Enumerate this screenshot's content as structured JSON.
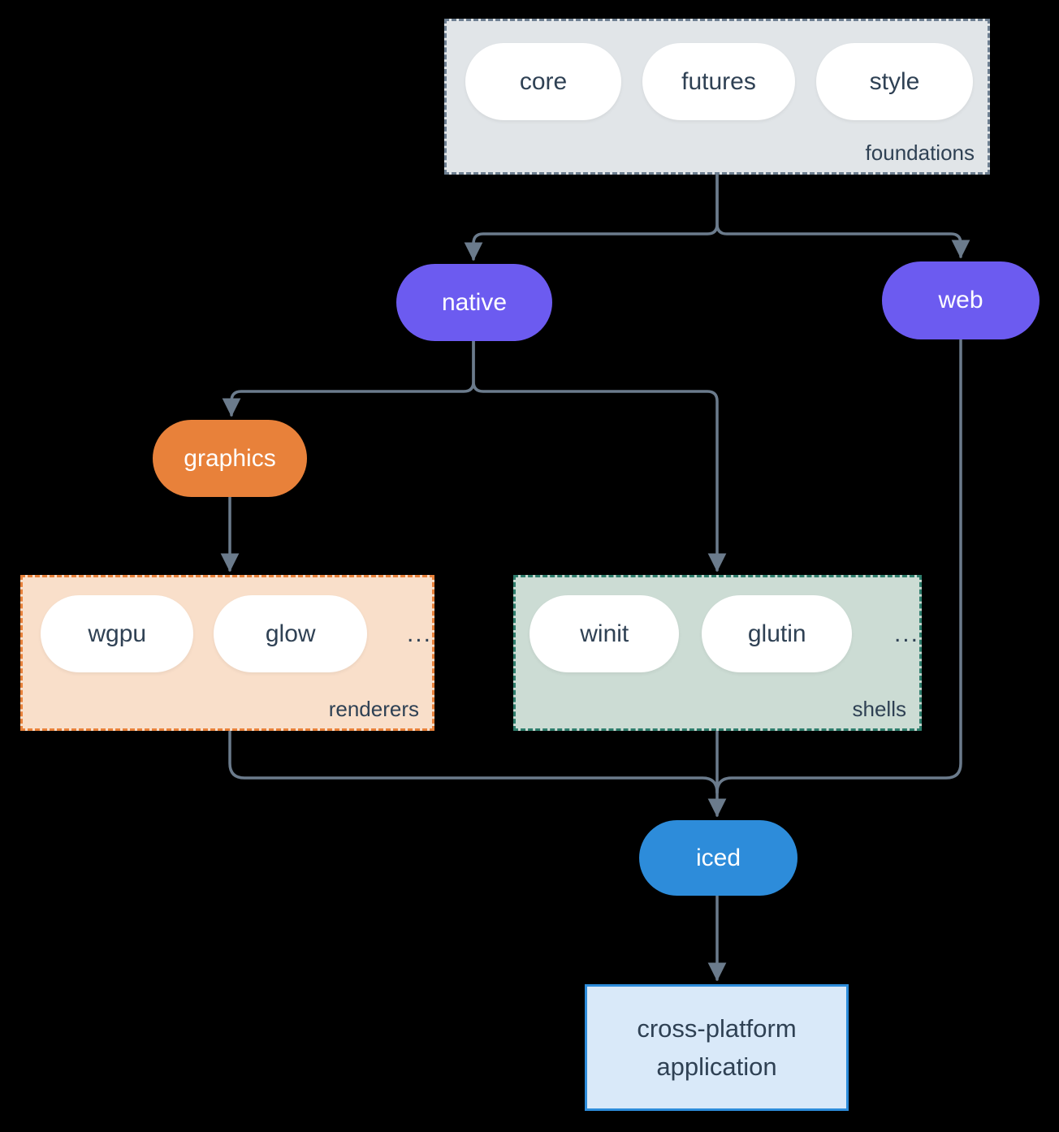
{
  "diagram": {
    "foundations": {
      "label": "foundations",
      "pills": [
        "core",
        "futures",
        "style"
      ]
    },
    "native": {
      "label": "native"
    },
    "web": {
      "label": "web"
    },
    "graphics": {
      "label": "graphics"
    },
    "renderers": {
      "label": "renderers",
      "pills": [
        "wgpu",
        "glow"
      ],
      "ellipsis": "..."
    },
    "shells": {
      "label": "shells",
      "pills": [
        "winit",
        "glutin"
      ],
      "ellipsis": "..."
    },
    "iced": {
      "label": "iced"
    },
    "application": {
      "label": "cross-platform application"
    }
  },
  "colors": {
    "bg": "#000000",
    "connector": "#6b7b8c",
    "foundations-fill": "#e1e5e8",
    "foundations-border": "#6e7f91",
    "dark-text": "#2f4154",
    "purple": "#6c5bf0",
    "orange": "#e8813a",
    "renderers-fill": "#f9dfca",
    "shells-fill": "#ccdcd4",
    "shells-border": "#2e7d6c",
    "blue": "#2d8cda",
    "app-fill": "#d9e9f9",
    "white": "#ffffff"
  }
}
